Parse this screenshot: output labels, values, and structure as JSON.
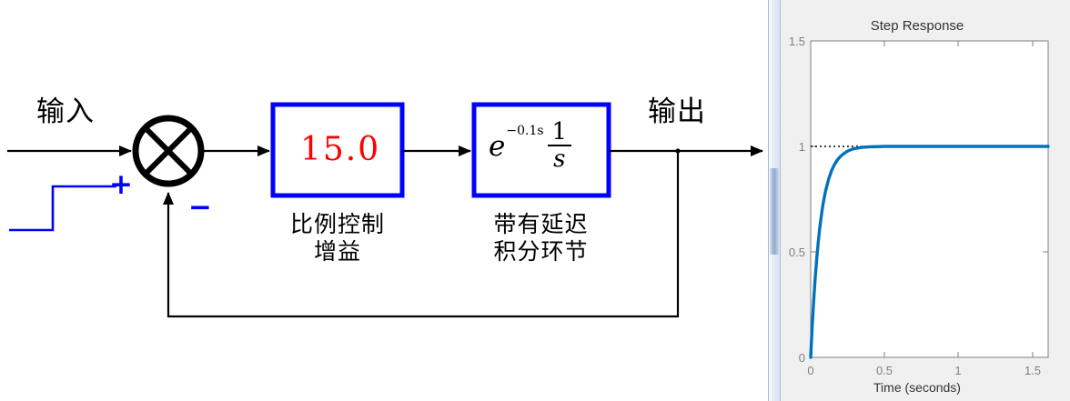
{
  "diagram": {
    "input_label": "输入",
    "output_label": "输出",
    "sum_junction_icon": "circle-x-sum-icon",
    "plus_sign": "+",
    "minus_sign": "−",
    "gain_block": {
      "value": "15.0",
      "caption_line1": "比例控制",
      "caption_line2": "增益",
      "border_color": "#0000ff",
      "value_color": "#ff0000"
    },
    "plant_block": {
      "expr_e": "e",
      "expr_exponent": "−0.1s",
      "expr_numerator": "1",
      "expr_denominator": "s",
      "caption_line1": "带有延迟",
      "caption_line2": "积分环节",
      "border_color": "#0000ff"
    },
    "step_source_color": "#0000ff",
    "line_color": "#000000"
  },
  "plot": {
    "title": "Step Response",
    "panel_bg": "#f0f0f0",
    "curve_color": "#0072bd"
  },
  "chart_data": {
    "type": "line",
    "title": "Step Response",
    "xlabel": "Time (seconds)",
    "ylabel": "",
    "xlim": [
      0,
      1.6
    ],
    "ylim": [
      0,
      1.5
    ],
    "xticks": [
      0,
      0.5,
      1,
      1.5
    ],
    "xtick_labels": [
      "0",
      "0.5",
      "1",
      "1.5"
    ],
    "yticks": [
      0,
      0.5,
      1,
      1.5
    ],
    "ytick_labels": [
      "0",
      "0.5",
      "1",
      "1.5"
    ],
    "grid": false,
    "legend": null,
    "reference_line": {
      "y": 1,
      "style": "dotted",
      "color": "#000000",
      "x_start": 0,
      "x_end": 0.36
    },
    "series": [
      {
        "name": "Step Response",
        "color": "#0072bd",
        "x": [
          0,
          0.01,
          0.02,
          0.03,
          0.04,
          0.05,
          0.06,
          0.07,
          0.08,
          0.09,
          0.1,
          0.12,
          0.14,
          0.16,
          0.18,
          0.2,
          0.22,
          0.25,
          0.28,
          0.3,
          0.35,
          0.4,
          0.5,
          0.6,
          0.8,
          1.0,
          1.2,
          1.4,
          1.6
        ],
        "y": [
          0.0,
          0.143,
          0.266,
          0.372,
          0.462,
          0.54,
          0.607,
          0.663,
          0.712,
          0.753,
          0.788,
          0.843,
          0.884,
          0.914,
          0.936,
          0.952,
          0.964,
          0.978,
          0.987,
          0.99,
          0.996,
          0.998,
          1.0,
          1.0,
          1.0,
          1.0,
          1.0,
          1.0,
          1.0
        ]
      }
    ]
  }
}
